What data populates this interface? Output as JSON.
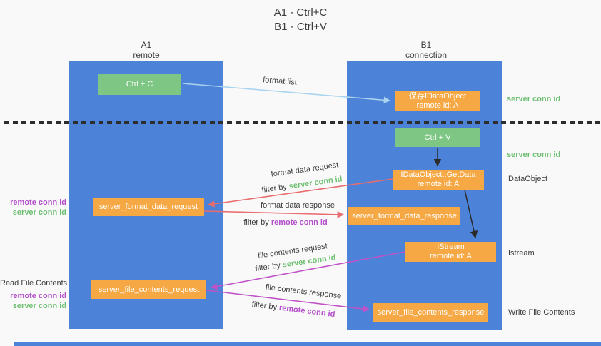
{
  "title": {
    "line1": "A1 - Ctrl+C",
    "line2": "B1 - Ctrl+V"
  },
  "lanes": {
    "left": {
      "name": "A1",
      "role": "remote"
    },
    "right": {
      "name": "B1",
      "role": "connection"
    }
  },
  "nodes": {
    "ctrl_c": {
      "label": "Ctrl + C"
    },
    "save_idataobject": {
      "line1": "保存IDataObject",
      "line2": "remote id: A"
    },
    "ctrl_v": {
      "label": "Ctrl + V"
    },
    "getdata": {
      "line1": "IDataObject::GetData",
      "line2": "remote id: A"
    },
    "format_request": {
      "label": "server_format_data_request"
    },
    "format_response": {
      "label": "server_format_data_response"
    },
    "istream": {
      "line1": "IStream",
      "line2": "remote id: A"
    },
    "file_request": {
      "label": "server_file_contents_request"
    },
    "file_response": {
      "label": "server_file_contents_response"
    }
  },
  "labels": {
    "format_list": "format list",
    "format_data_request": "format data request",
    "format_data_response": "format data response",
    "file_contents_request": "file contents request",
    "file_contents_response": "file contents response",
    "filter_by": "filter by",
    "server_conn_id": "server conn id",
    "remote_conn_id": "remote conn id",
    "dataobject": "DataObject",
    "istream": "Istream",
    "read_file_contents": "Read File Contents",
    "write_file_contents": "Write File Contents"
  },
  "colors": {
    "bg": "#f9f9f9",
    "column_blue": "#4c82d8",
    "node_orange": "#f6a844",
    "node_green": "#7ec683",
    "arrow_lightblue": "#a9d3ee",
    "arrow_red": "#e96c6e",
    "arrow_magenta": "#c153c9",
    "arrow_dark": "#2a2a2a",
    "label_green": "#6dbf71",
    "label_purple": "#b44ecb",
    "text_dark": "#3c3c3c"
  }
}
